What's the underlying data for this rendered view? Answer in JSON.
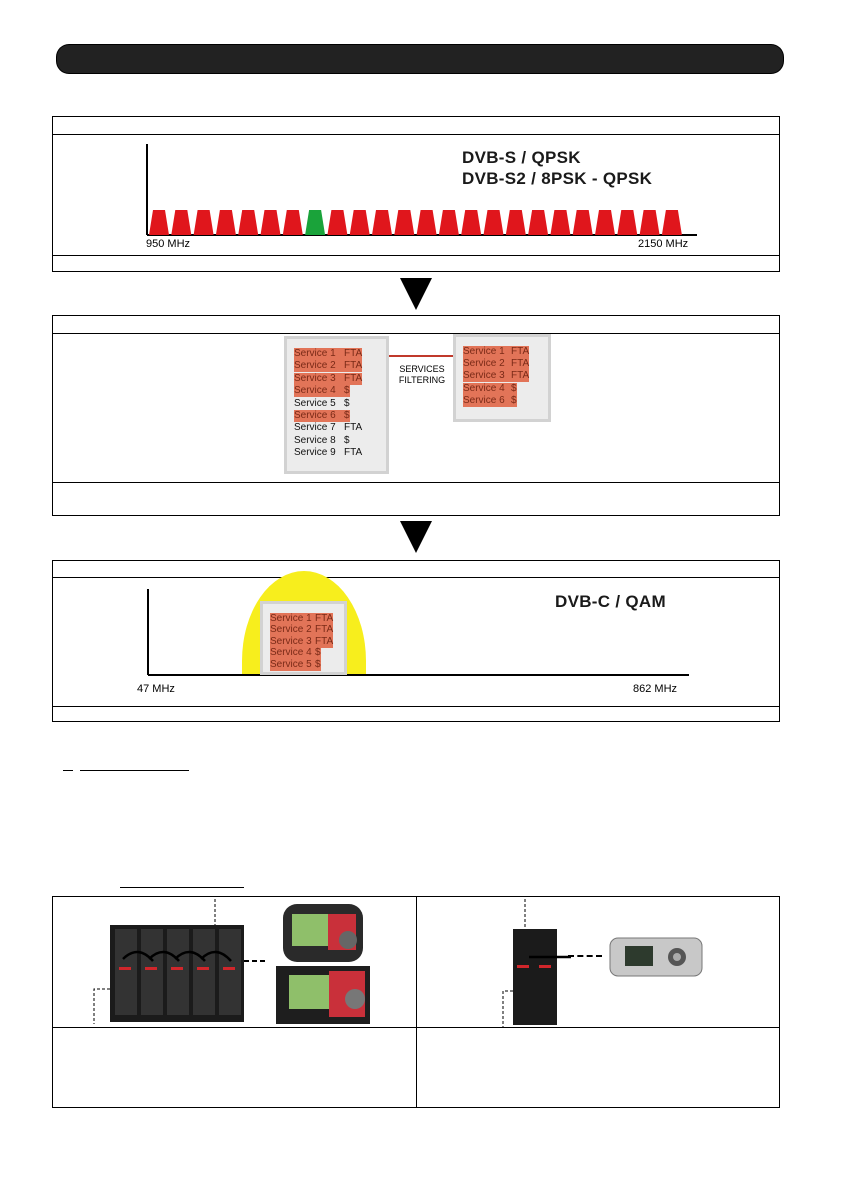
{
  "satellite_panel": {
    "start_label": "950 MHz",
    "end_label": "2150 MHz",
    "heading_lines": [
      "DVB-S / QPSK",
      "DVB-S2 / 8PSK - QPSK"
    ],
    "colors": {
      "carrier": "#e0161c",
      "selected_carrier": "#1aa33a"
    }
  },
  "filtering_panel": {
    "label": "SERVICES\nFILTERING",
    "input_services": [
      {
        "name": "Service 1",
        "type": "FTA",
        "selected": true
      },
      {
        "name": "Service 2",
        "type": "FTA",
        "selected": true
      },
      {
        "name": "Service 3",
        "type": "FTA",
        "selected": true
      },
      {
        "name": "Service 4",
        "type": "$",
        "selected": true
      },
      {
        "name": "Service 5",
        "type": "$",
        "selected": false
      },
      {
        "name": "Service 6",
        "type": "$",
        "selected": true
      },
      {
        "name": "Service 7",
        "type": "FTA",
        "selected": false
      },
      {
        "name": "Service 8",
        "type": "$",
        "selected": false
      },
      {
        "name": "Service 9",
        "type": "FTA",
        "selected": false
      }
    ],
    "output_services": [
      {
        "name": "Service 1",
        "type": "FTA"
      },
      {
        "name": "Service 2",
        "type": "FTA"
      },
      {
        "name": "Service 3",
        "type": "FTA"
      },
      {
        "name": "Service 4",
        "type": "$"
      },
      {
        "name": "Service 6",
        "type": "$"
      }
    ]
  },
  "cable_panel": {
    "heading": "DVB-C / QAM",
    "start_label": "47 MHz",
    "end_label": "862 MHz",
    "channel_services": [
      {
        "name": "Service 1",
        "type": "FTA"
      },
      {
        "name": "Service 2",
        "type": "FTA"
      },
      {
        "name": "Service 3",
        "type": "FTA"
      },
      {
        "name": "Service 4",
        "type": "$"
      },
      {
        "name": "Service 5",
        "type": "$"
      }
    ]
  },
  "equipment": {
    "left_devices": [
      "modular-rack-icon",
      "handheld-programmer-icon",
      "desktop-programmer-icon"
    ],
    "right_devices": [
      "single-module-icon",
      "remote-programmer-icon"
    ]
  }
}
